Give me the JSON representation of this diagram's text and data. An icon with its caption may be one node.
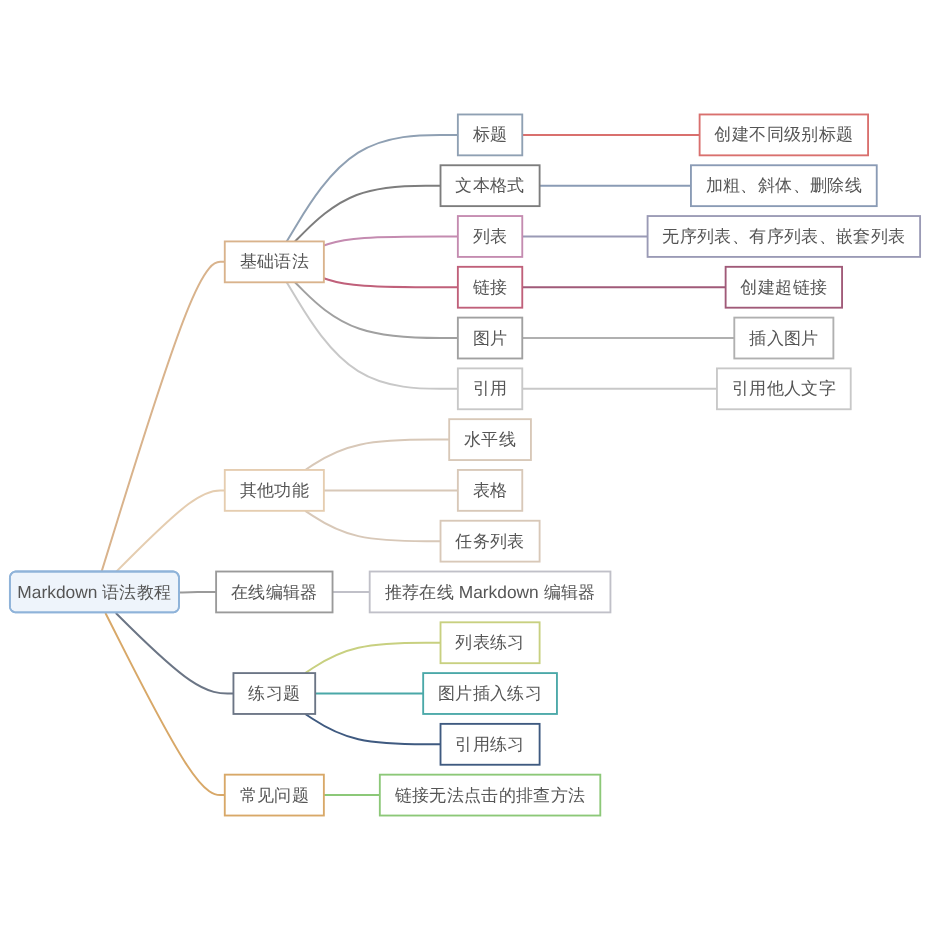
{
  "diagram": {
    "nodes": [
      {
        "text": [
          "Markdown 语法教程"
        ]
      },
      {
        "text": [
          "基础语法"
        ]
      },
      {
        "text": [
          "标题"
        ]
      },
      {
        "text": [
          "创建不同级别标题"
        ]
      },
      {
        "text": [
          "文本格式"
        ]
      },
      {
        "text": [
          "加粗、斜体、删除线"
        ]
      },
      {
        "text": [
          "列表"
        ]
      },
      {
        "text": [
          "无序列表、有序列表、嵌套列表"
        ]
      },
      {
        "text": [
          "链接"
        ]
      },
      {
        "text": [
          "创建超链接"
        ]
      },
      {
        "text": [
          "图片"
        ]
      },
      {
        "text": [
          "插入图片"
        ]
      },
      {
        "text": [
          "引用"
        ]
      },
      {
        "text": [
          "引用他人文字"
        ]
      },
      {
        "text": [
          "其他功能"
        ]
      },
      {
        "text": [
          "水平线"
        ]
      },
      {
        "text": [
          "表格"
        ]
      },
      {
        "text": [
          "任务列表"
        ]
      },
      {
        "text": [
          "在线编辑器"
        ]
      },
      {
        "text": [
          "推荐在线 Markdown 编辑器"
        ]
      },
      {
        "text": [
          "练习题"
        ]
      },
      {
        "text": [
          "列表练习"
        ]
      },
      {
        "text": [
          "图片插入练习"
        ]
      },
      {
        "text": [
          "引用练习"
        ]
      },
      {
        "text": [
          "常见问题"
        ]
      },
      {
        "text": [
          "链接无法点击的排查方法"
        ]
      }
    ],
    "edges": [
      {
        "from": 0,
        "to": 1,
        "arrow": "none",
        "color": "#d9b38c"
      },
      {
        "from": 1,
        "to": 2,
        "arrow": "none",
        "color": "#8fa0b3"
      },
      {
        "from": 2,
        "to": 3,
        "arrow": "none",
        "color": "#d9706e"
      },
      {
        "from": 1,
        "to": 4,
        "arrow": "none",
        "color": "#7d7d7d"
      },
      {
        "from": 4,
        "to": 5,
        "arrow": "none",
        "color": "#8a9bb5"
      },
      {
        "from": 1,
        "to": 6,
        "arrow": "none",
        "color": "#c48bb0"
      },
      {
        "from": 6,
        "to": 7,
        "arrow": "none",
        "color": "#9a9ab5"
      },
      {
        "from": 1,
        "to": 8,
        "arrow": "none",
        "color": "#c0607a"
      },
      {
        "from": 8,
        "to": 9,
        "arrow": "none",
        "color": "#a05a78"
      },
      {
        "from": 1,
        "to": 10,
        "arrow": "none",
        "color": "#a0a0a0"
      },
      {
        "from": 10,
        "to": 11,
        "arrow": "none",
        "color": "#b0b0b0"
      },
      {
        "from": 1,
        "to": 12,
        "arrow": "none",
        "color": "#c8c8c8"
      },
      {
        "from": 12,
        "to": 13,
        "arrow": "none",
        "color": "#c8c8c8"
      },
      {
        "from": 0,
        "to": 14,
        "arrow": "none",
        "color": "#e5cdb0"
      },
      {
        "from": 14,
        "to": 15,
        "arrow": "none",
        "color": "#d8c8b8"
      },
      {
        "from": 14,
        "to": 16,
        "arrow": "none",
        "color": "#d8c8b8"
      },
      {
        "from": 14,
        "to": 17,
        "arrow": "none",
        "color": "#d8c8b8"
      },
      {
        "from": 0,
        "to": 18,
        "arrow": "none",
        "color": "#9a9a9a"
      },
      {
        "from": 18,
        "to": 19,
        "arrow": "none",
        "color": "#c0c0c8"
      },
      {
        "from": 0,
        "to": 20,
        "arrow": "none",
        "color": "#6b7585"
      },
      {
        "from": 20,
        "to": 21,
        "arrow": "none",
        "color": "#c8d080"
      },
      {
        "from": 20,
        "to": 22,
        "arrow": "none",
        "color": "#4aa8a8"
      },
      {
        "from": 20,
        "to": 23,
        "arrow": "none",
        "color": "#3f5a80"
      },
      {
        "from": 0,
        "to": 24,
        "arrow": "none",
        "color": "#d8a868"
      },
      {
        "from": 24,
        "to": 25,
        "arrow": "none",
        "color": "#8cc878"
      }
    ]
  }
}
